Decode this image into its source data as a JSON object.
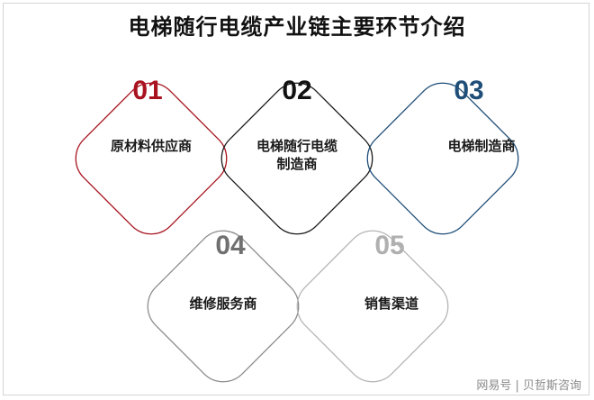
{
  "title": "电梯随行电缆产业链主要环节介绍",
  "items": [
    {
      "number": "01",
      "label": "原材料供应商",
      "color": "#a8131f"
    },
    {
      "number": "02",
      "label": "电梯随行电缆制造商",
      "line1": "电梯随行电缆",
      "line2": "制造商",
      "color": "#1a1a1a"
    },
    {
      "number": "03",
      "label": "电梯制造商",
      "color": "#1f4e79"
    },
    {
      "number": "04",
      "label": "维修服务商",
      "color": "#707070"
    },
    {
      "number": "05",
      "label": "销售渠道",
      "color": "#b0b0b0"
    }
  ],
  "watermark": "网易号 | 贝哲斯咨询"
}
